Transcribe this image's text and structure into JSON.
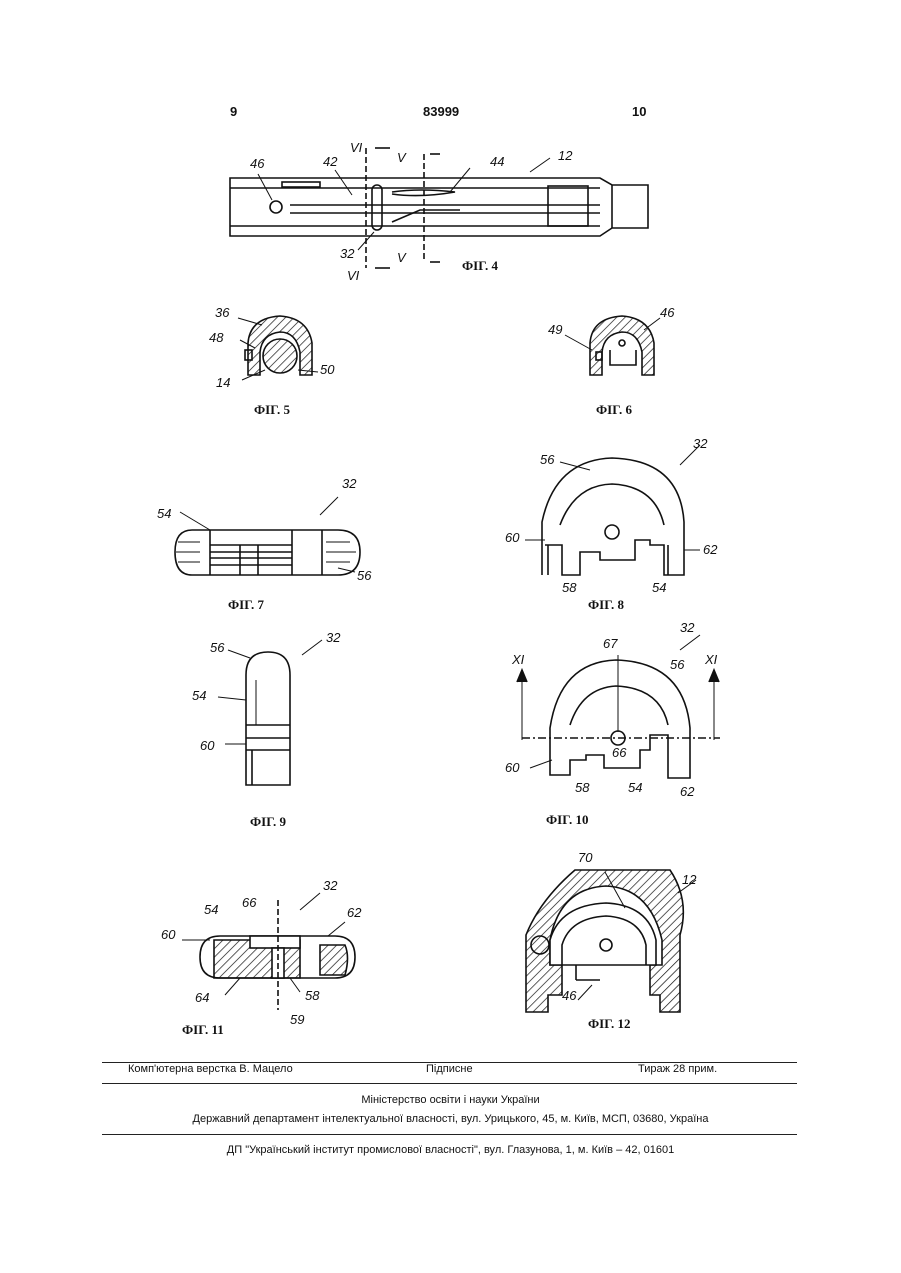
{
  "header": {
    "left_page": "9",
    "doc_number": "83999",
    "right_page": "10"
  },
  "figures": {
    "fig4": {
      "caption": "ФІГ. 4",
      "refs": [
        "VI",
        "V",
        "46",
        "42",
        "44",
        "12",
        "32",
        "V",
        "VI"
      ]
    },
    "fig5": {
      "caption": "ФІГ. 5",
      "refs": [
        "36",
        "48",
        "14",
        "50"
      ]
    },
    "fig6": {
      "caption": "ФІГ. 6",
      "refs": [
        "49",
        "46"
      ]
    },
    "fig7": {
      "caption": "ФІГ. 7",
      "refs": [
        "54",
        "32",
        "56"
      ]
    },
    "fig8": {
      "caption": "ФІГ. 8",
      "refs": [
        "56",
        "32",
        "60",
        "62",
        "58",
        "54"
      ]
    },
    "fig9": {
      "caption": "ФІГ. 9",
      "refs": [
        "56",
        "32",
        "54",
        "60"
      ]
    },
    "fig10": {
      "caption": "ФІГ. 10",
      "refs": [
        "67",
        "32",
        "XI",
        "XI",
        "56",
        "60",
        "66",
        "58",
        "54",
        "62"
      ]
    },
    "fig11": {
      "caption": "ФІГ. 11",
      "refs": [
        "32",
        "54",
        "66",
        "62",
        "60",
        "64",
        "58",
        "59"
      ]
    },
    "fig12": {
      "caption": "ФІГ. 12",
      "refs": [
        "70",
        "12",
        "46"
      ]
    }
  },
  "footer": {
    "layout": "Комп'ютерна верстка В. Мацело",
    "signed": "Підписне",
    "print_run": "Тираж 28 прим.",
    "ministry": "Міністерство освіти і науки України",
    "department": "Державний департамент інтелектуальної власності, вул. Урицького, 45, м. Київ, МСП, 03680, Україна",
    "institute": "ДП \"Український інститут промислової власності\", вул. Глазунова, 1, м. Київ – 42, 01601"
  }
}
